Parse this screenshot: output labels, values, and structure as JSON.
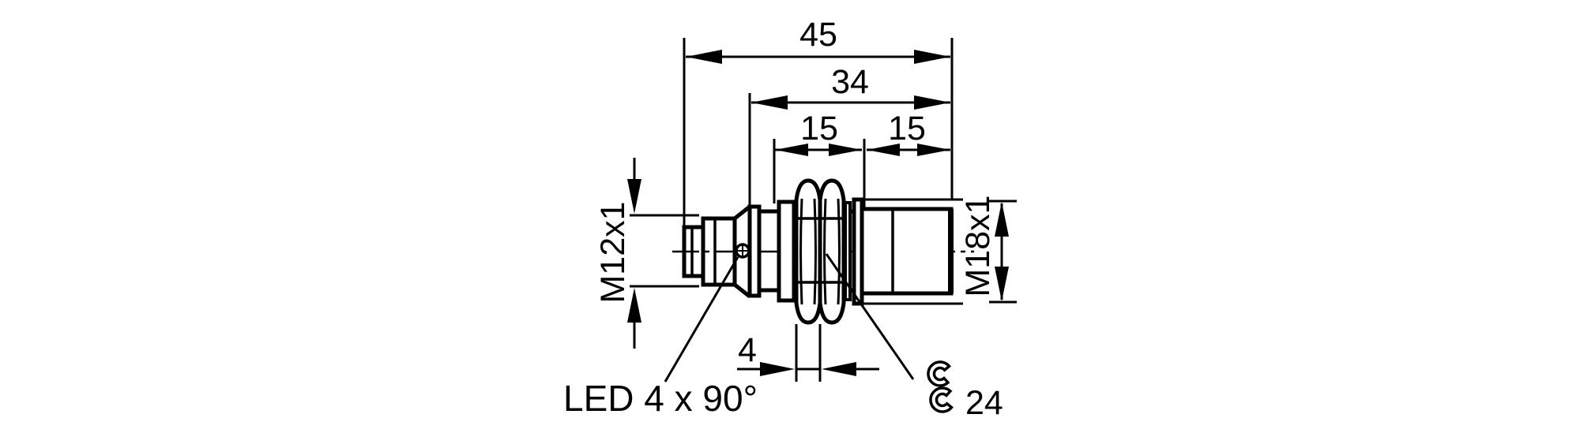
{
  "drawing": {
    "description": "Dimensional drawing of cylindrical inductive sensor, M18 housing with M12 connector",
    "background_color": "#ffffff",
    "line_color": "#000000",
    "dimensions": {
      "overall_length": "45",
      "threaded_body_length": "34",
      "segment_rear": "15",
      "segment_front": "15",
      "nut_thickness": "4",
      "connector_thread": "M12x1",
      "housing_thread": "M18x1",
      "wrench_size": "24"
    },
    "notes": {
      "led_note": "LED 4 x 90°"
    },
    "icons": {
      "wrench_icon": "open-end wrench symbol"
    }
  }
}
